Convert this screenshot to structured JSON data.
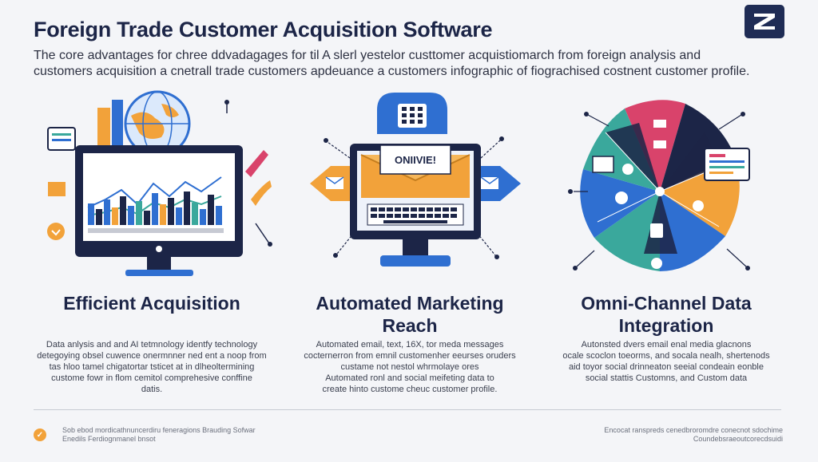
{
  "header": {
    "title": "Foreign Trade Customer Acquisition Software",
    "subtitle_line1": "The core advantages for chree ddvadagages for til A slerl yestelor custtomer acquistiomarch from foreign analysis and",
    "subtitle_line2": "customers acquisition a cnetrall trade customers apdeuance a customers infographic of fiograchised costnent customer profile.",
    "logo_text": "Z"
  },
  "cards": [
    {
      "heading": [
        "Efficient Acquisition"
      ],
      "description": [
        "Data anlysis and and AI tetmnology identfy technology",
        "detegoying obsel cuwence onermnner ned ent a noop from",
        "tas hloo tamel chigatortar tsticet at in dlheoltermining",
        "custome fowr in flom cemitol comprehesive conffine",
        "datis."
      ]
    },
    {
      "heading": [
        "Automated Marketing",
        "Reach"
      ],
      "description": [
        "Automated email, text, 16X, tor meda messages",
        "cocternerron from emnil customenher eeurses oruders",
        "custame not nestol whrmolaye ores",
        "Automated ronl and social meifeting data to",
        "create hinto custome cheuc customer profile."
      ]
    },
    {
      "heading": [
        "Omni-Channel Data",
        "Integration"
      ],
      "description": [
        "Autonsted dvers email enal media glacnons",
        "ocale scoclon toeorms, and socala nealh, shertenods",
        "aid toyor social drinneaton seeial condeain eonble",
        "social stattis Customns, and Custom data"
      ]
    }
  ],
  "illustrations": {
    "card2_screen_label": "ONIIVIE!"
  },
  "footer": {
    "left_line1": "Sob ebod mordicathnuncerdiru feneragions Brauding Sofwar",
    "left_line2": "Enedils Ferdiognmanel bnsot",
    "right_line1": "Encocat ranspreds cenedbroromdre conecnot sdochime",
    "right_line2": "Coundebsraeoutcorecdsuidi"
  },
  "colors": {
    "navy": "#1c2547",
    "blue": "#2f6fd1",
    "orange": "#f2a23a",
    "teal": "#3aa89c",
    "pink": "#d9436b"
  }
}
